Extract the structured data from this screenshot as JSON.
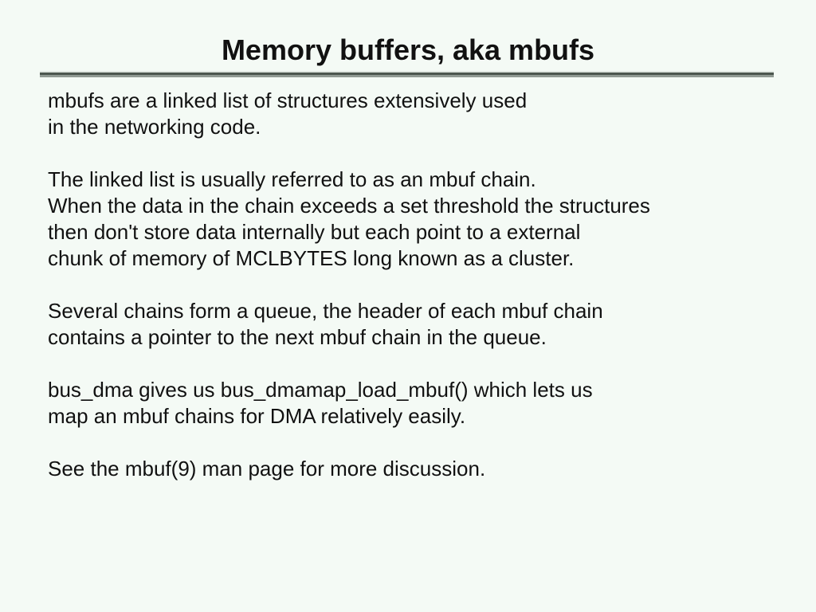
{
  "slide": {
    "title": "Memory buffers, aka mbufs",
    "paragraphs": [
      {
        "lines": [
          "mbufs are a linked list of structures extensively used",
          "in the networking code."
        ]
      },
      {
        "lines": [
          "The linked list is usually referred to as an mbuf chain.",
          "When the data in the chain exceeds a set threshold the structures",
          "then don't store data internally but each point to a external",
          "chunk of memory of MCLBYTES long known as a cluster."
        ]
      },
      {
        "lines": [
          "Several chains form a queue, the header of each mbuf chain",
          "contains a pointer to the next mbuf chain in the queue."
        ]
      },
      {
        "lines": [
          "bus_dma gives us bus_dmamap_load_mbuf() which lets us",
          "map an mbuf chains for DMA relatively easily."
        ]
      },
      {
        "lines": [
          "See the mbuf(9) man page for more discussion."
        ]
      }
    ]
  },
  "colors": {
    "background": "#f4faf5",
    "text": "#111111",
    "rule_light": "#dfe6e0",
    "rule_dark": "#4b564e",
    "rule_mid": "#8f9992"
  }
}
